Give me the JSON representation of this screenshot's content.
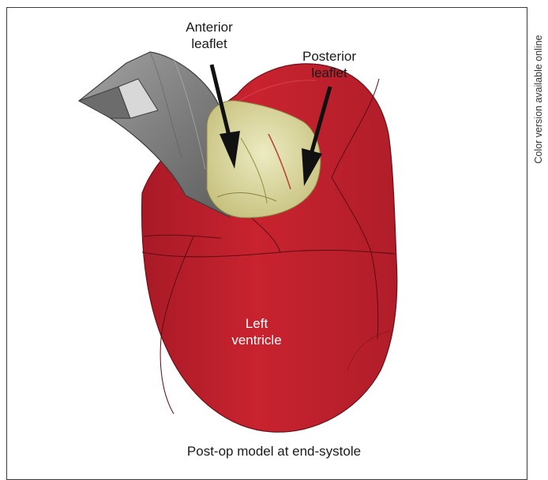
{
  "labels": {
    "anterior_leaflet": [
      "Anterior",
      "leaflet"
    ],
    "posterior_leaflet": [
      "Posterior",
      "leaflet"
    ],
    "left_ventricle": [
      "Left",
      "ventricle"
    ]
  },
  "caption": "Post-op model at end-systole",
  "side_note": "Color version available online",
  "colors": {
    "ventricle": "#c4222f",
    "ventricle_dark": "#8e1520",
    "leaflet": "#ddd9a4",
    "aorta": "#8b8b8b",
    "arrow": "#111111"
  }
}
